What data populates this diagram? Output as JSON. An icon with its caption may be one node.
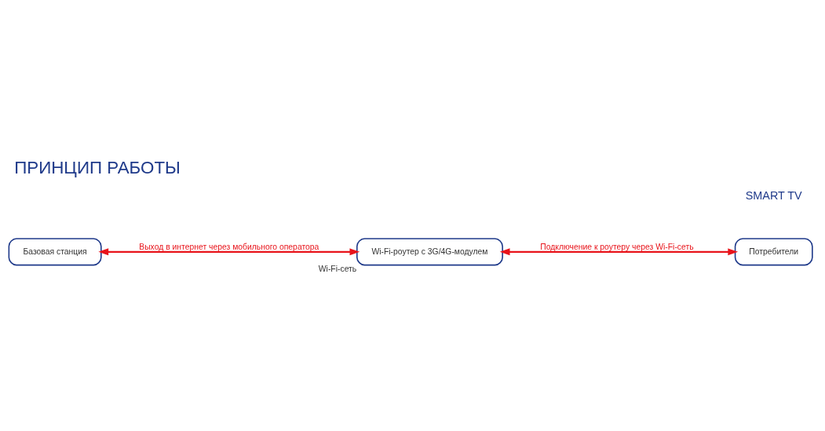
{
  "diagram": {
    "title": "ПРИНЦИП РАБОТЫ",
    "nodes": [
      {
        "text": [
          "Базовая станция"
        ]
      },
      {
        "text": [
          "Wi-Fi-роутер с 3G/4G-модулем"
        ],
        "beside": [
          "Wi-Fi-сеть"
        ]
      },
      {
        "text": [
          "Потребители"
        ]
      }
    ],
    "edges": [
      {
        "from": 0,
        "to": 1,
        "arrow": "both",
        "label": "Выход в интернет через мобильного оператора"
      },
      {
        "from": 1,
        "to": 2,
        "arrow": "both",
        "label": "Подключение к роутеру через Wi-Fi-сеть"
      }
    ],
    "labels": [
      "SMART TV"
    ]
  }
}
